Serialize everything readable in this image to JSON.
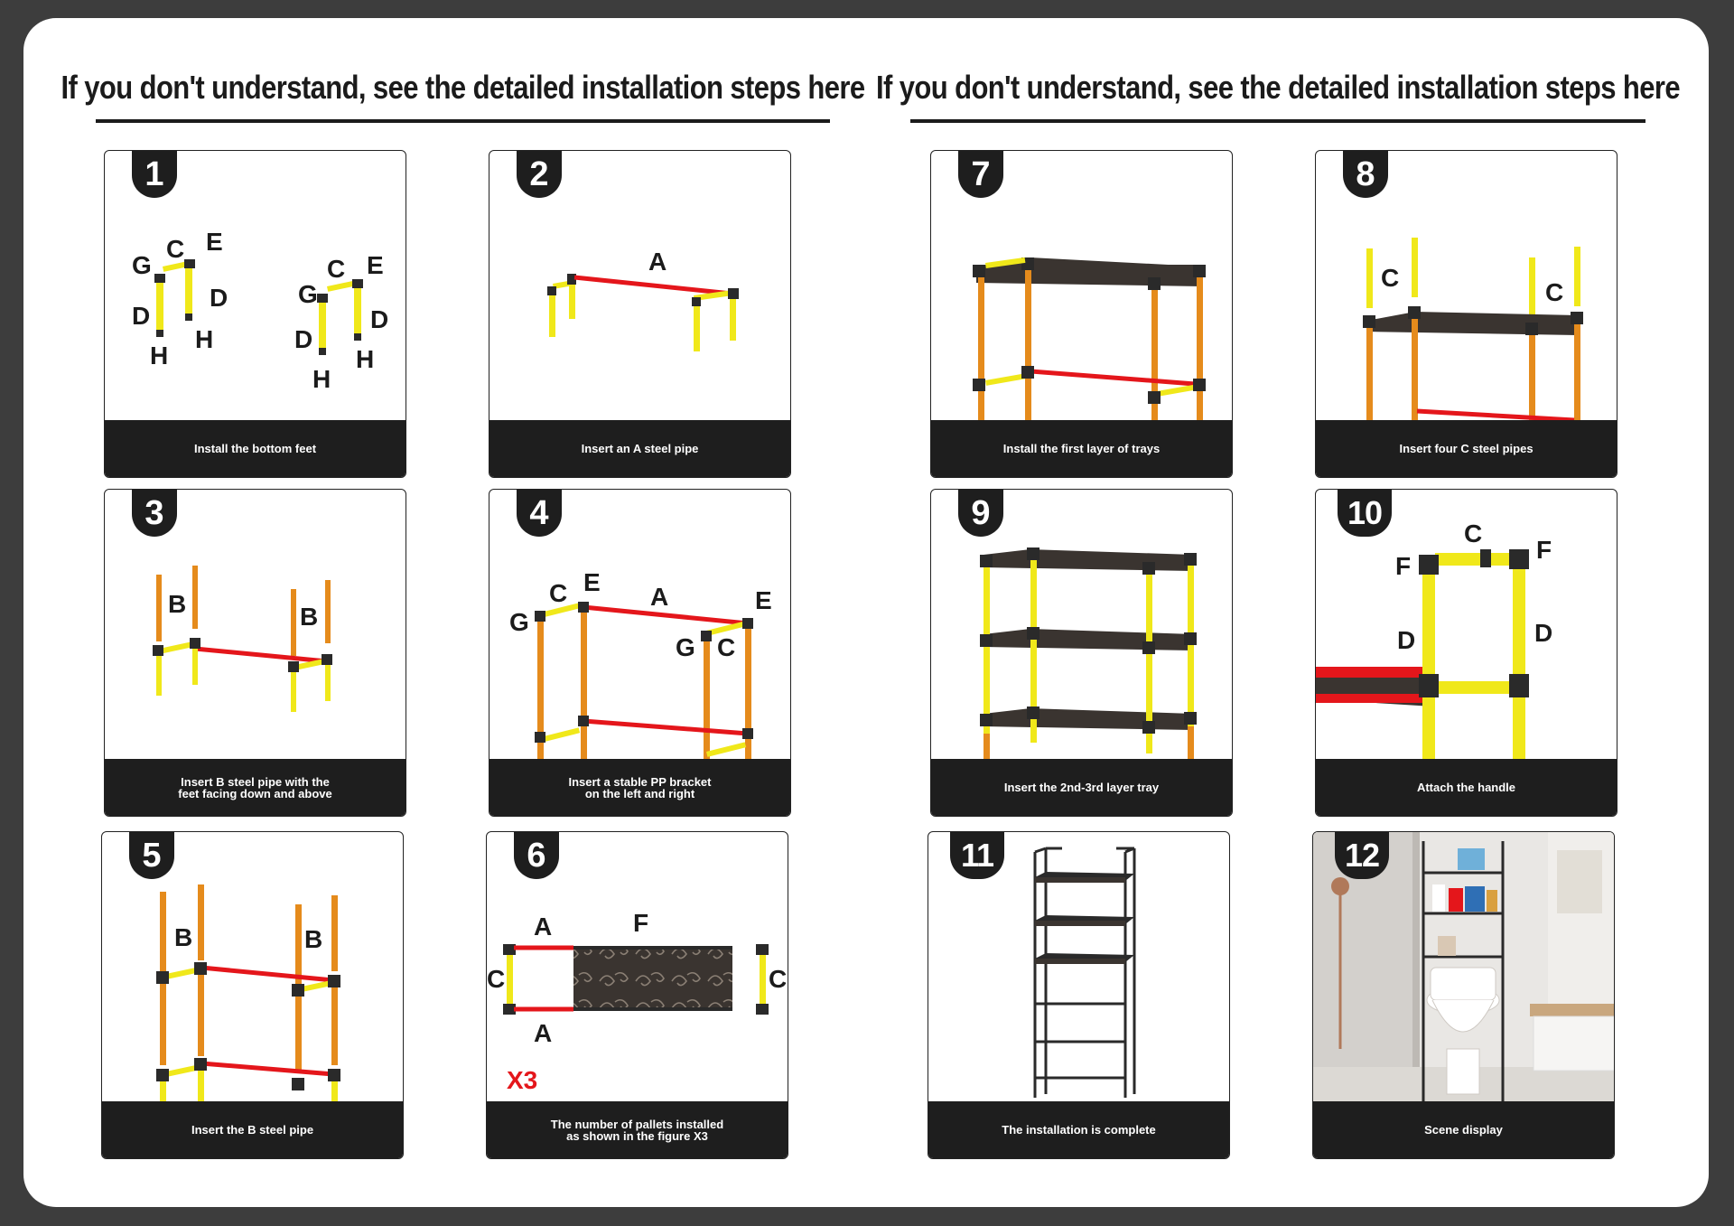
{
  "headings": {
    "left": "If you don't understand, see the detailed installation steps here",
    "right": "If you don't understand, see the detailed installation steps here"
  },
  "colors": {
    "yellow_pipe": "#f0e81a",
    "orange_pipe": "#e58b1c",
    "red_pipe": "#e4161b",
    "connector": "#2a2a2a",
    "tray": "#3a3430",
    "caption_bar": "#1e1e1e"
  },
  "steps": [
    {
      "num": "1",
      "caption": "Install the bottom feet",
      "labels": {
        "g1": "G",
        "c1": "C",
        "e1": "E",
        "d1": "D",
        "d2": "D",
        "h1": "H",
        "h2": "H",
        "g2": "G",
        "c2": "C",
        "e2": "E",
        "d3": "D",
        "d4": "D",
        "h3": "H",
        "h4": "H"
      }
    },
    {
      "num": "2",
      "caption": "Insert an A steel pipe",
      "labels": {
        "a": "A"
      }
    },
    {
      "num": "3",
      "caption": "Insert B steel pipe with the\nfeet facing down and above",
      "labels": {
        "b1": "B",
        "b2": "B"
      }
    },
    {
      "num": "4",
      "caption": "Insert a stable PP bracket\non the left and right",
      "labels": {
        "g1": "G",
        "c1": "C",
        "e1": "E",
        "a": "A",
        "e2": "E",
        "g2": "G",
        "c2": "C"
      }
    },
    {
      "num": "5",
      "caption": "Insert the B steel pipe",
      "labels": {
        "b1": "B",
        "b2": "B"
      }
    },
    {
      "num": "6",
      "caption": "The number of pallets installed\nas shown in the figure X3",
      "labels": {
        "a1": "A",
        "f": "F",
        "c1": "C",
        "c2": "C",
        "a2": "A",
        "x3": "X3"
      }
    },
    {
      "num": "7",
      "caption": "Install the first layer of trays"
    },
    {
      "num": "8",
      "caption": "Insert four C steel pipes",
      "labels": {
        "c1": "C",
        "c2": "C"
      }
    },
    {
      "num": "9",
      "caption": "Insert the 2nd-3rd layer tray"
    },
    {
      "num": "10",
      "caption": "Attach the handle",
      "labels": {
        "c": "C",
        "f1": "F",
        "f2": "F",
        "d1": "D",
        "d2": "D"
      }
    },
    {
      "num": "11",
      "caption": "The installation is complete"
    },
    {
      "num": "12",
      "caption": "Scene display"
    }
  ]
}
